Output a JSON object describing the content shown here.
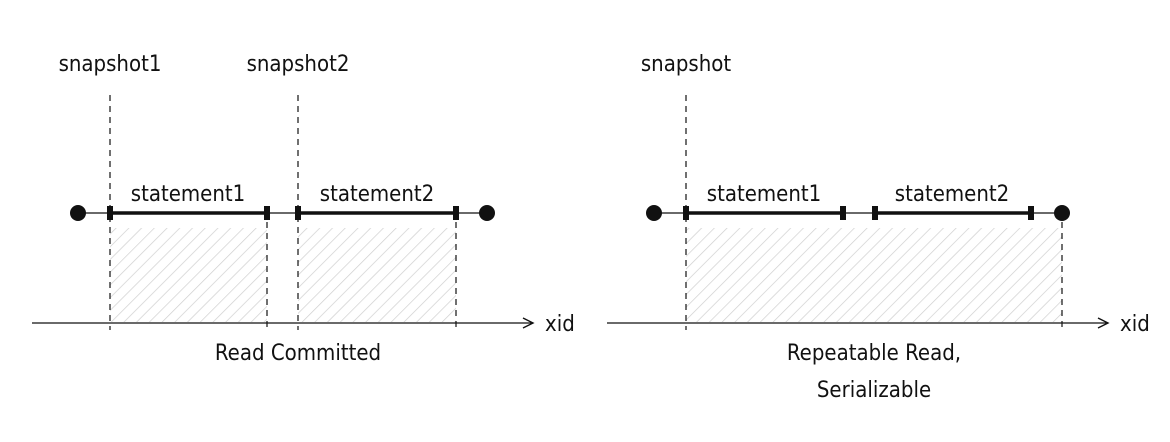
{
  "left_panel": {
    "snapshot1_label": "snapshot1",
    "snapshot2_label": "snapshot2",
    "statement1_label": "statement1",
    "statement2_label": "statement2",
    "axis_label": "xid",
    "caption": "Read Committed"
  },
  "right_panel": {
    "snapshot_label": "snapshot",
    "statement1_label": "statement1",
    "statement2_label": "statement2",
    "axis_label": "xid",
    "caption_line1": "Repeatable Read,",
    "caption_line2": "Serializable"
  },
  "colors": {
    "ink": "#111111",
    "hatch": "#cfcfcf"
  }
}
